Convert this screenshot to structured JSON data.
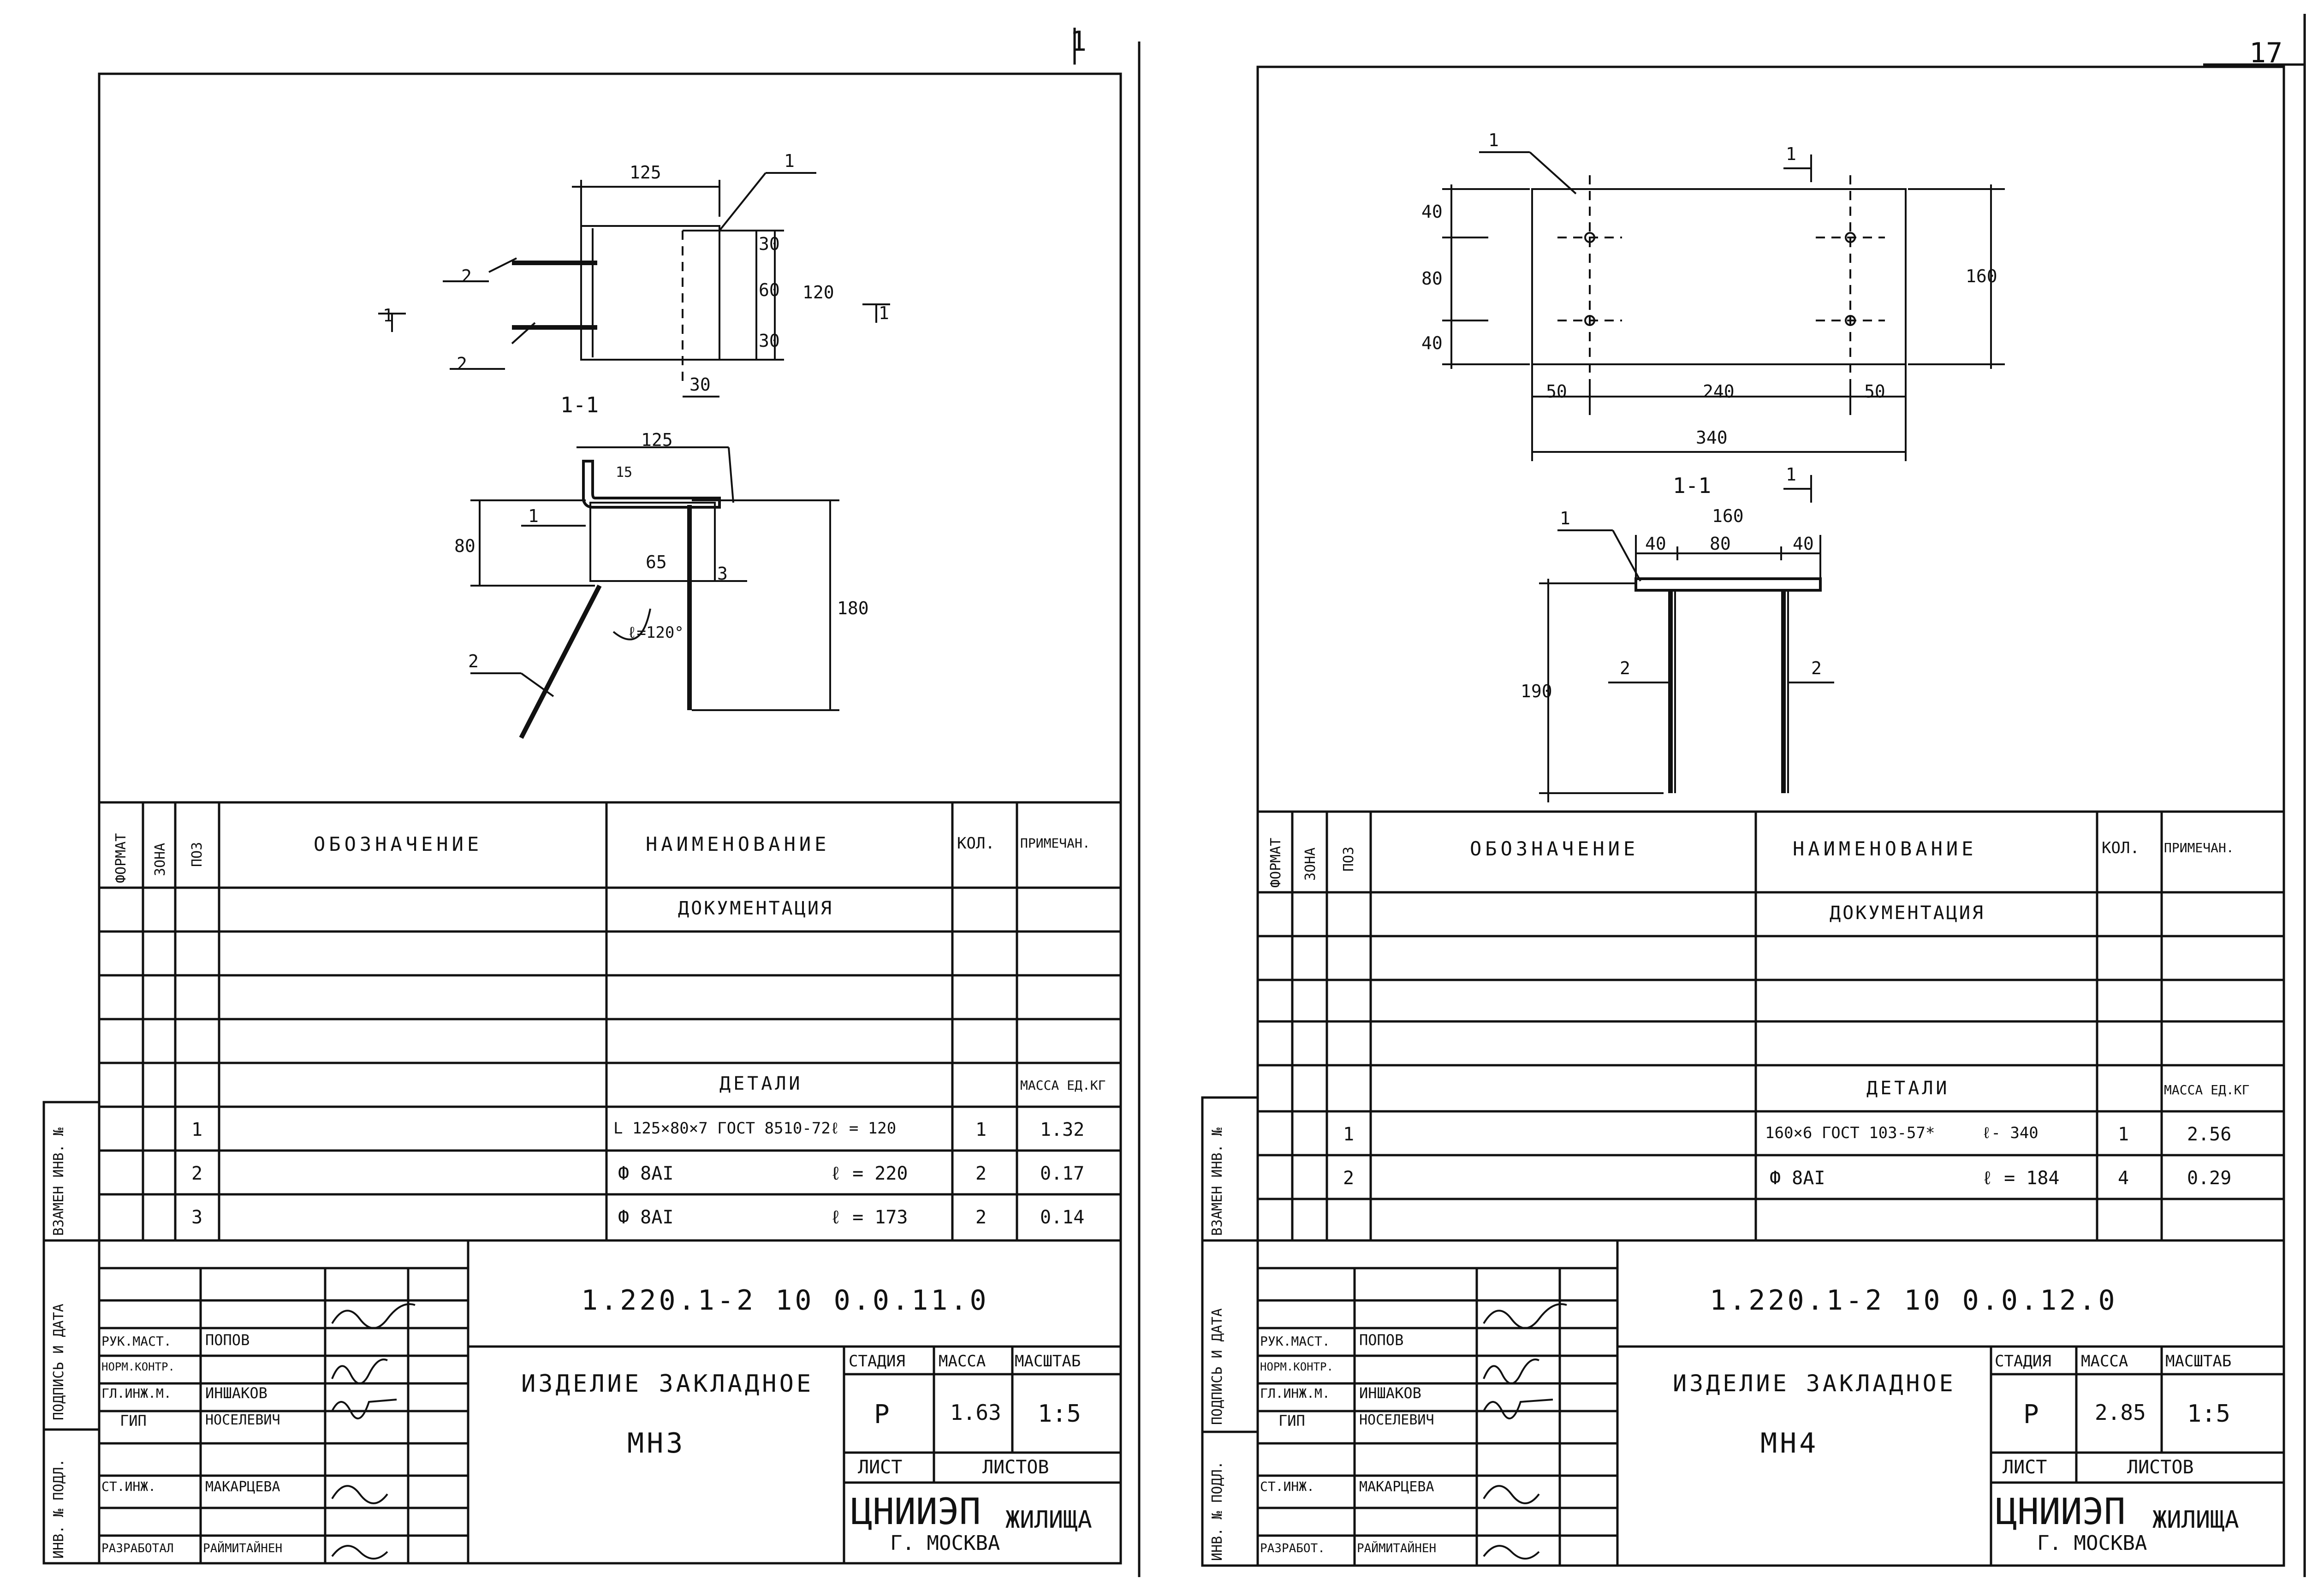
{
  "page": {
    "number_left": "1",
    "number_right": "17"
  },
  "side_stamp": {
    "inv_podl": "ИНВ. № ПОДЛ.",
    "podpis_data": "ПОДПИСЬ И ДАТА",
    "vzamen": "ВЗАМЕН ИНВ. №"
  },
  "sheets": [
    {
      "drawing": {
        "plan_dims": [
          "125",
          "30",
          "60",
          "30",
          "120",
          "30"
        ],
        "section_marks": [
          "1",
          "1"
        ],
        "section_label": "1-1",
        "section_dims": [
          "125",
          "15",
          "80",
          "65",
          "180",
          "ℓ=120°"
        ],
        "callouts": [
          "1",
          "2",
          "2",
          "1",
          "3",
          "2"
        ]
      },
      "spec": {
        "headers": {
          "format": "ФОРМАТ",
          "zone": "ЗОНА",
          "pos": "ПОЗ",
          "designation": "ОБОЗНАЧЕНИЕ",
          "name": "НАИМЕНОВАНИЕ",
          "qty": "КОЛ.",
          "note": "ПРИМЕЧАН."
        },
        "doc_section": "ДОКУМЕНТАЦИЯ",
        "parts_section": "ДЕТАЛИ",
        "mass_header": "МАССА ЕД.КГ",
        "rows": [
          {
            "pos": "1",
            "name": "L 125×80×7 ГОСТ 8510-72",
            "len": "ℓ = 120",
            "qty": "1",
            "mass": "1.32"
          },
          {
            "pos": "2",
            "name": "Ф 8АI",
            "len": "ℓ = 220",
            "qty": "2",
            "mass": "0.17"
          },
          {
            "pos": "3",
            "name": "Ф 8АI",
            "len": "ℓ = 173",
            "qty": "2",
            "mass": "0.14"
          }
        ]
      },
      "title_block": {
        "code": "1.220.1-2 10 0.0.11.0",
        "title": "ИЗДЕЛИЕ ЗАКЛАДНОЕ",
        "mark": "МН3",
        "labels": {
          "stage": "СТАДИЯ",
          "mass": "МАССА",
          "scale": "МАСШТАБ",
          "sheet": "ЛИСТ",
          "sheets": "ЛИСТОВ"
        },
        "stage": "Р",
        "mass": "1.63",
        "scale": "1:5",
        "org": "ЦНИИЭП",
        "org_suffix": "ЖИЛИЩА",
        "city": "Г. МОСКВА",
        "people": [
          {
            "role": "РУК.МАСТ.",
            "name": "ПОПОВ"
          },
          {
            "role": "НОРМ.КОНТР.",
            "name": ""
          },
          {
            "role": "ГЛ.ИНЖ.М.",
            "name": "ИНШАКОВ"
          },
          {
            "role": "ГИП",
            "name": "НОСЕЛЕВИЧ"
          },
          {
            "role": "",
            "name": ""
          },
          {
            "role": "СТ.ИНЖ.",
            "name": "МАКАРЦЕВА"
          },
          {
            "role": "РАЗРАБОТАЛ",
            "name": "РАЙМИТАЙНЕН"
          }
        ]
      }
    },
    {
      "drawing": {
        "plan_dims": [
          "40",
          "80",
          "40",
          "160",
          "50",
          "240",
          "50",
          "340"
        ],
        "section_marks": [
          "1",
          "1"
        ],
        "section_label": "1-1",
        "section_dims": [
          "160",
          "40",
          "80",
          "40",
          "190"
        ],
        "callouts": [
          "1",
          "1",
          "2",
          "2"
        ]
      },
      "spec": {
        "headers": {
          "format": "ФОРМАТ",
          "zone": "ЗОНА",
          "pos": "ПОЗ",
          "designation": "ОБОЗНАЧЕНИЕ",
          "name": "НАИМЕНОВАНИЕ",
          "qty": "КОЛ.",
          "note": "ПРИМЕЧАН."
        },
        "doc_section": "ДОКУМЕНТАЦИЯ",
        "parts_section": "ДЕТАЛИ",
        "mass_header": "МАССА ЕД.КГ",
        "rows": [
          {
            "pos": "1",
            "name": "160×6 ГОСТ 103-57*",
            "len": "ℓ- 340",
            "qty": "1",
            "mass": "2.56"
          },
          {
            "pos": "2",
            "name": "Ф 8АI",
            "len": "ℓ = 184",
            "qty": "4",
            "mass": "0.29"
          }
        ]
      },
      "title_block": {
        "code": "1.220.1-2 10 0.0.12.0",
        "title": "ИЗДЕЛИЕ ЗАКЛАДНОЕ",
        "mark": "МН4",
        "labels": {
          "stage": "СТАДИЯ",
          "mass": "МАССА",
          "scale": "МАСШТАБ",
          "sheet": "ЛИСТ",
          "sheets": "ЛИСТОВ"
        },
        "stage": "Р",
        "mass": "2.85",
        "scale": "1:5",
        "org": "ЦНИИЭП",
        "org_suffix": "ЖИЛИЩА",
        "city": "Г. МОСКВА",
        "people": [
          {
            "role": "РУК.МАСТ.",
            "name": "ПОПОВ"
          },
          {
            "role": "НОРМ.КОНТР.",
            "name": ""
          },
          {
            "role": "ГЛ.ИНЖ.М.",
            "name": "ИНШАКОВ"
          },
          {
            "role": "ГИП",
            "name": "НОСЕЛЕВИЧ"
          },
          {
            "role": "",
            "name": ""
          },
          {
            "role": "СТ.ИНЖ.",
            "name": "МАКАРЦЕВА"
          },
          {
            "role": "РАЗРАБОТ.",
            "name": "РАЙМИТАЙНЕН"
          }
        ]
      }
    }
  ]
}
